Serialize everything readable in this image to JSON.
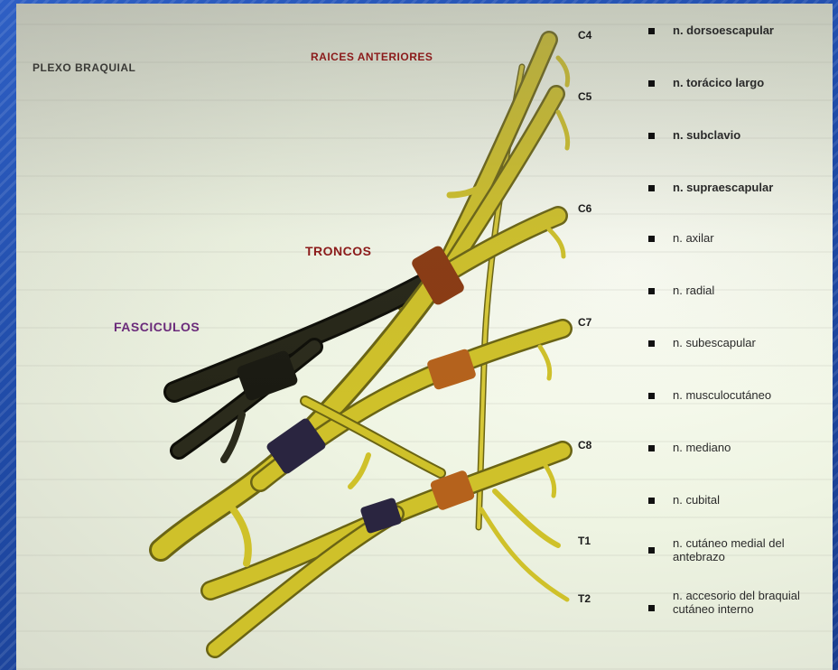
{
  "title": "PLEXO BRAQUIAL",
  "labels": {
    "roots": "RAICES ANTERIORES",
    "trunks": "TRONCOS",
    "cords": "FASCICULOS"
  },
  "roots": [
    "C4",
    "C5",
    "C6",
    "C7",
    "C8",
    "T1",
    "T2"
  ],
  "legend": [
    "n. dorsoescapular",
    "n. torácico largo",
    "n. subclavio",
    "n. supraescapular",
    "n. axilar",
    "n. radial",
    "n. subescapular",
    "n. musculocutáneo",
    "n. mediano",
    "n. cubital",
    "n. cutáneo medial del antebrazo",
    "n. accesorio del braquial cutáneo interno"
  ],
  "colors": {
    "nerve": "#cfc12a",
    "nerve_dark": "#6a6414",
    "cord_black": "#1f1f14",
    "trunk_brown": "#8a3a12",
    "trunk_orange": "#b5621c",
    "cord_band": "#2a2540",
    "label_red": "#8b1a1a",
    "label_purple": "#6a2a7a",
    "background": "#1f4aa6"
  }
}
